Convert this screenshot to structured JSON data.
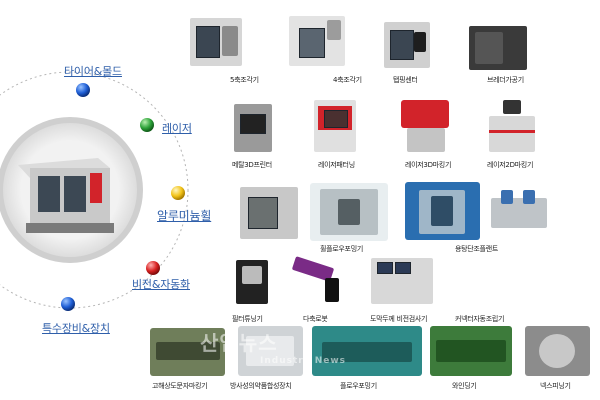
{
  "categories": [
    {
      "label": "타이어&몰드",
      "dot_color": "#1f5fd6"
    },
    {
      "label": "레이저",
      "dot_color": "#2ea33a"
    },
    {
      "label": "알루미늄휠",
      "dot_color": "#f2c318"
    },
    {
      "label": "비전&자동화",
      "dot_color": "#d82222"
    },
    {
      "label": "특수장비&장치",
      "dot_color": "#1f5fd6"
    }
  ],
  "products": {
    "row1": [
      "5축조각기",
      "4축조각기",
      "탭핑센터",
      "브레더가공기"
    ],
    "row2": [
      "메탈3D프린터",
      "레이저패터닝",
      "레이저3D마킹기",
      "레이저2D마킹기"
    ],
    "row3": [
      "휠플로우포밍기",
      "용탕단조플랜트"
    ],
    "row4": [
      "필터튜닝기",
      "다축로봇",
      "도막두께 비전검사기",
      "커넥터자동조립기"
    ],
    "row5": [
      "고해상도문자마킹기",
      "방사성의약품합성장치",
      "플로우포밍기",
      "와인딩기",
      "넥스피닝기"
    ]
  },
  "watermark": {
    "main": "산업뉴스",
    "sub": "Industry News"
  }
}
